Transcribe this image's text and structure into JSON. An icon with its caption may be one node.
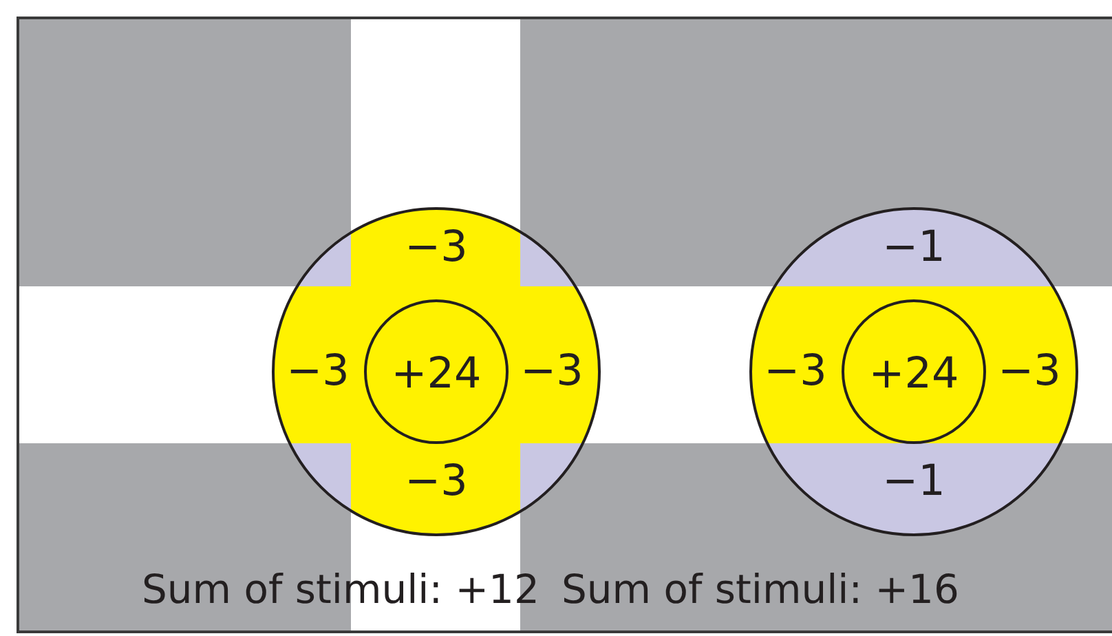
{
  "diagram": {
    "nodes": [
      {
        "text": [
          "−3",
          "−3",
          "−3",
          "−3"
        ]
      },
      {
        "text": [
          "+24"
        ],
        "in": 0
      },
      {
        "text": [
          "−1",
          "−3",
          "−3",
          "−1"
        ]
      },
      {
        "text": [
          "+24"
        ],
        "in": 2
      }
    ],
    "labels": [
      "Sum of stimuli: +12",
      "Sum of stimuli: +16"
    ]
  }
}
